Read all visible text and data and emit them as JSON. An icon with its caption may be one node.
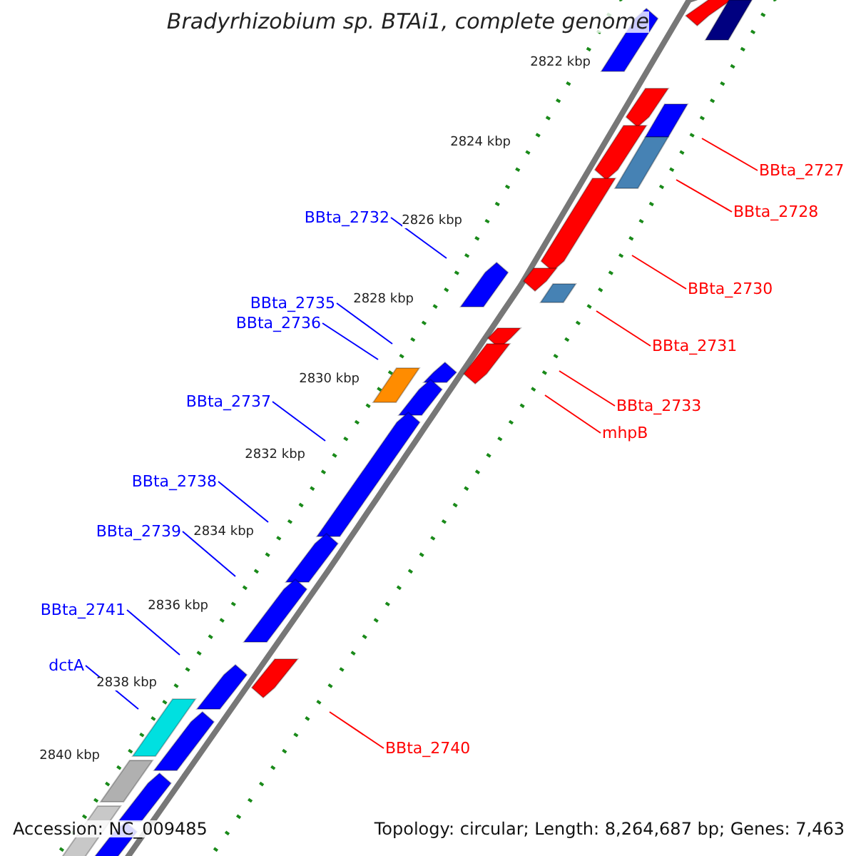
{
  "diagram": {
    "title": "Bradyrhizobium sp. BTAi1, complete genome",
    "nodes": [
      {
        "text": [
          "BBta_2727"
        ]
      },
      {
        "text": [
          "BBta_2728"
        ]
      },
      {
        "text": [
          "BBta_2732"
        ]
      },
      {
        "text": [
          "BBta_2730"
        ]
      },
      {
        "text": [
          "BBta_2735"
        ]
      },
      {
        "text": [
          "BBta_2736"
        ]
      },
      {
        "text": [
          "BBta_2731"
        ]
      },
      {
        "text": [
          "BBta_2737"
        ]
      },
      {
        "text": [
          "BBta_2733"
        ]
      },
      {
        "text": [
          "mhpB"
        ]
      },
      {
        "text": [
          "BBta_2738"
        ]
      },
      {
        "text": [
          "BBta_2739"
        ]
      },
      {
        "text": [
          "BBta_2741"
        ]
      },
      {
        "text": [
          "dctA"
        ]
      },
      {
        "text": [
          "BBta_2740"
        ]
      }
    ],
    "edges": [
      {
        "from": 0,
        "to": null,
        "arrow": "none",
        "color": "#ff0000"
      },
      {
        "from": 1,
        "to": null,
        "arrow": "none",
        "color": "#ff0000"
      },
      {
        "from": 2,
        "to": null,
        "arrow": "none"
      },
      {
        "from": 3,
        "to": null,
        "arrow": "none",
        "color": "#ff0000"
      },
      {
        "from": 4,
        "to": null,
        "arrow": "none"
      },
      {
        "from": 5,
        "to": null,
        "arrow": "none"
      },
      {
        "from": 6,
        "to": null,
        "arrow": "none",
        "color": "#ff0000"
      },
      {
        "from": 7,
        "to": null,
        "arrow": "none"
      },
      {
        "from": 8,
        "to": null,
        "arrow": "none",
        "color": "#ff0000"
      },
      {
        "from": 9,
        "to": null,
        "arrow": "none",
        "color": "#ff0000"
      },
      {
        "from": 10,
        "to": null,
        "arrow": "none"
      },
      {
        "from": 11,
        "to": null,
        "arrow": "none"
      },
      {
        "from": 12,
        "to": null,
        "arrow": "none"
      },
      {
        "from": 13,
        "to": null,
        "arrow": "none"
      },
      {
        "from": 14,
        "to": null,
        "arrow": "none",
        "color": "#ff0000"
      }
    ],
    "labels": [
      "2822 kbp",
      "2824 kbp",
      "2826 kbp",
      "2828 kbp",
      "2830 kbp",
      "2832 kbp",
      "2834 kbp",
      "2836 kbp",
      "2838 kbp",
      "2840 kbp",
      "Accession: NC_009485",
      "Topology: circular; Length: 8,264,687 bp; Genes: 7,463"
    ]
  }
}
